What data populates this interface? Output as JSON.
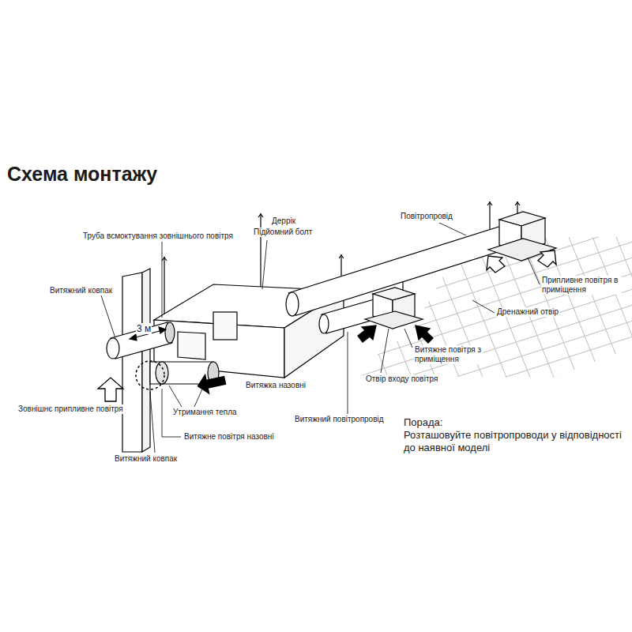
{
  "diagram": {
    "title": "Схема монтажу",
    "labels": [
      "Деррік",
      "Підйомний болт",
      "Повітропровід",
      "Труба всмоктування зовнішнього повітря",
      "Витяжний ковпак",
      "3 м",
      "Припливне повітря в приміщення",
      "Дренажний отвір",
      "Витяжне повітря з приміщення",
      "Витяжка назовні",
      "Отвір входу повітря",
      "Зовнішнє припливне повітря",
      "Утримання тепла",
      "Витяжне повітря назовні",
      "Витяжний повітропровід",
      "Порада:",
      "Розташовуйте повітропроводи у відповідності до наявної моделі",
      "Витяжний ковпак"
    ]
  }
}
